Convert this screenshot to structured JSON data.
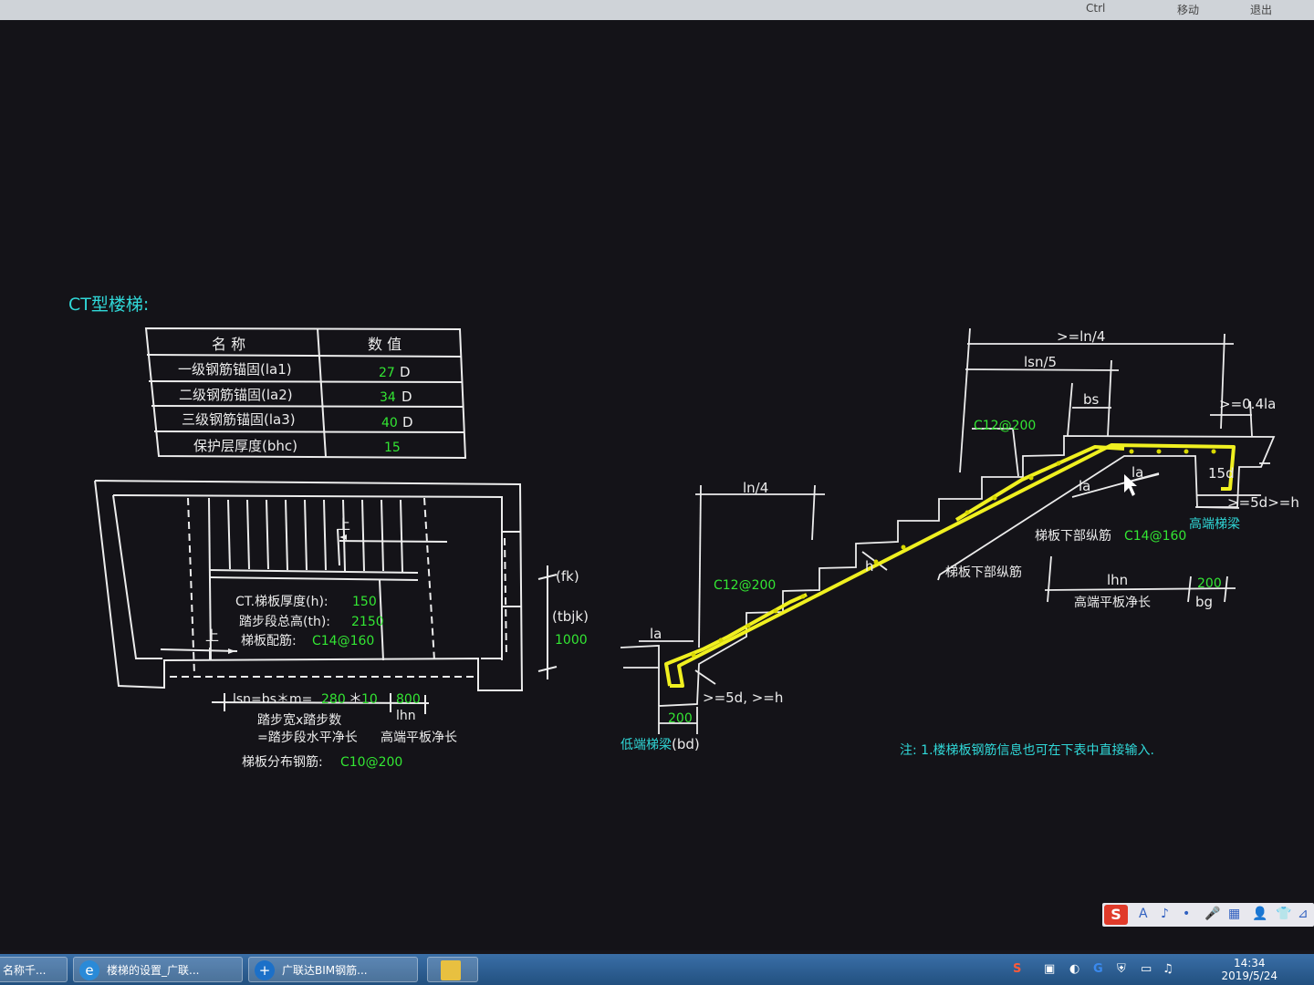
{
  "topbar": {
    "items": [
      "Ctrl",
      "移动",
      "退出"
    ]
  },
  "drawing": {
    "title": "CT型楼梯:",
    "table": {
      "headers": [
        "名 称",
        "数 值"
      ],
      "rows": [
        {
          "name": "一级钢筋锚固(la1)",
          "value": "27",
          "unit": "D"
        },
        {
          "name": "二级钢筋锚固(la2)",
          "value": "34",
          "unit": "D"
        },
        {
          "name": "三级钢筋锚固(la3)",
          "value": "40",
          "unit": "D"
        },
        {
          "name": "保护层厚度(bhc)",
          "value": "15",
          "unit": ""
        }
      ]
    },
    "plan": {
      "up_label": "上",
      "up_label2": "上",
      "info": [
        {
          "label": "CT.梯板厚度(h):",
          "value": "150"
        },
        {
          "label": "踏步段总高(th):",
          "value": "2150"
        },
        {
          "label": "梯板配筋:",
          "value": "C14@160"
        }
      ],
      "fk": "(fk)",
      "tbjk": "(tbjk)",
      "width_value": "1000",
      "lsn_label": "lsn=bs＊m=",
      "bs_value": "280",
      "times": "＊",
      "m_value": "10",
      "lhn_value": "800",
      "lhn_label": "lhn",
      "step_desc1": "踏步宽x踏步数",
      "step_desc2": "=踏步段水平净长",
      "step_desc3": "高端平板净长",
      "dist_label": "梯板分布钢筋:",
      "dist_value": "C10@200"
    },
    "section": {
      "ln4_top": ">=ln/4",
      "lsn5": "lsn/5",
      "bs": "bs",
      "la04": ">=0.4la",
      "c12_top": "C12@200",
      "c12_mid": "C12@200",
      "ln4": "ln/4",
      "la_left": "la",
      "la_mid1": "la",
      "la_mid2": "la",
      "d15": "15d",
      "d5h_right": ">=5d>=h",
      "lower_bar_upper": "梯板下部纵筋",
      "lower_bar_value": "C14@160",
      "high_beam": "高端梯梁",
      "lower_bar_mid": "梯板下部纵筋",
      "h_label": "h",
      "lhn": "lhn",
      "bg_value": "200",
      "bg": "bg",
      "high_plate": "高端平板净长",
      "d5h_left": ">=5d, >=h",
      "bd_value": "200",
      "low_beam": "低端梯梁",
      "bd": "(bd)"
    },
    "note": "注: 1.楼梯板钢筋信息也可在下表中直接输入."
  },
  "ime": {
    "logo": "S",
    "items": [
      "A",
      "♪",
      "•",
      "🎤",
      "▦",
      "👤",
      "👕",
      "⊿"
    ]
  },
  "taskbar": {
    "tasks": [
      {
        "label": "名称千..."
      },
      {
        "label": "楼梯的设置_广联..."
      },
      {
        "label": "广联达BIM钢筋..."
      },
      {
        "label": ""
      }
    ],
    "tray_icons": [
      "S",
      "▣",
      "◐",
      "G",
      "⛨",
      "▭",
      "♫"
    ],
    "time": "14:34",
    "date": "2019/5/24"
  }
}
